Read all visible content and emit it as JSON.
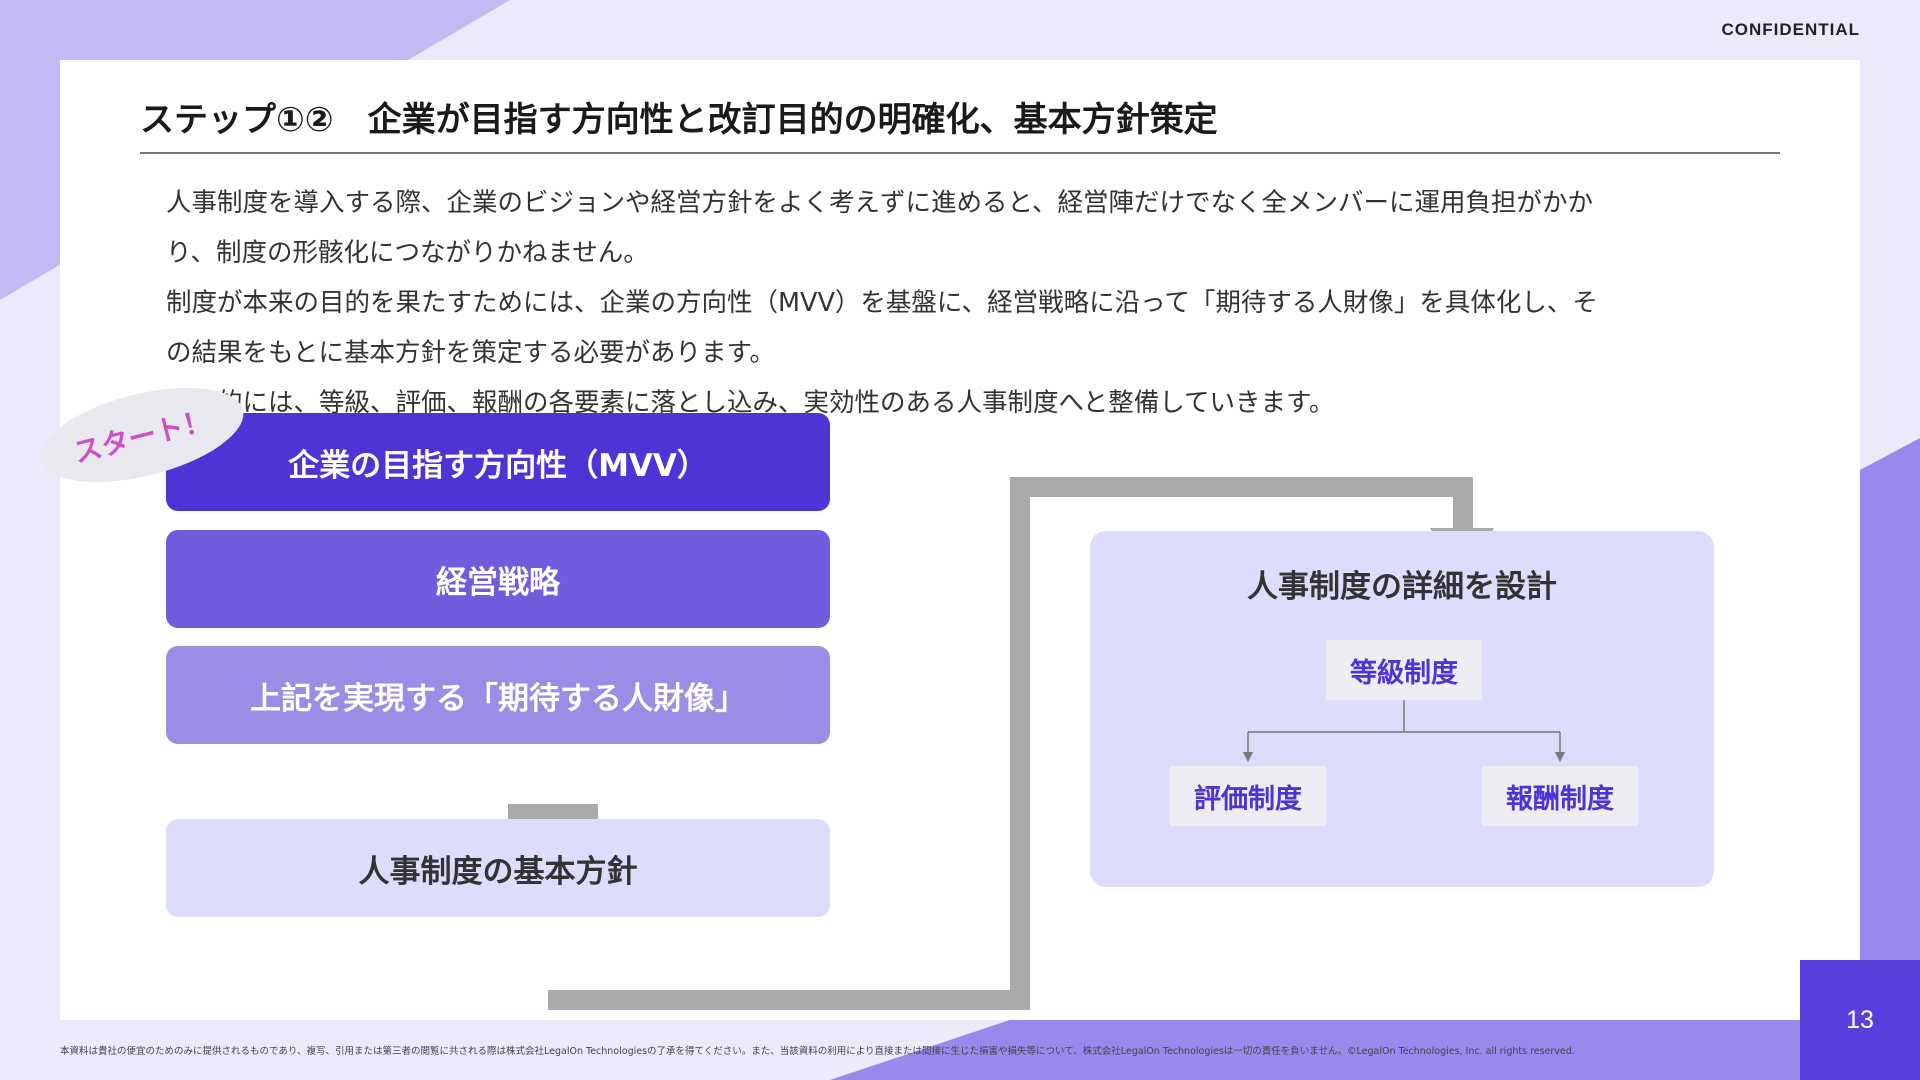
{
  "header": {
    "confidential": "CONFIDENTIAL"
  },
  "title": "ステップ①②　企業が目指す方向性と改訂目的の明確化、基本方針策定",
  "body_lines": [
    "人事制度を導入する際、企業のビジョンや経営方針をよく考えずに進めると、経営陣だけでなく全メンバーに運用負担がかか",
    "り、制度の形骸化につながりかねません。",
    "制度が本来の目的を果たすためには、企業の方向性（MVV）を基盤に、経営戦略に沿って「期待する人財像」を具体化し、そ",
    "の結果をもとに基本方針を策定する必要があります。",
    "最終的には、等級、評価、報酬の各要素に落とし込み、実効性のある人事制度へと整備していきます。"
  ],
  "flow": {
    "start_badge": "スタート！",
    "steps": [
      "企業の目指す方向性（MVV）",
      "経営戦略",
      "上記を実現する「期待する人財像」",
      "人事制度の基本方針"
    ]
  },
  "detail": {
    "title": "人事制度の詳細を設計",
    "top": "等級制度",
    "left": "評価制度",
    "right": "報酬制度"
  },
  "footer": {
    "note": "本資料は貴社の便宜のためのみに提供されるものであり、複写、引用または第三者の閲覧に共される際は株式会社LegalOn Technologiesの了承を得てください。また、当該資料の利用により直接または間接に生じた損害や損失等について、株式会社LegalOn Technologiesは一切の責任を負いません。©LegalOn Technologies, Inc. all rights reserved.",
    "page_number": "13"
  },
  "colors": {
    "accent": "#4d34d4",
    "accent_mid": "#715cdd",
    "accent_light": "#9b8de6",
    "pale": "#dedcfb",
    "arrow": "#aaaaaa",
    "badge_text": "#cc4fc7"
  }
}
